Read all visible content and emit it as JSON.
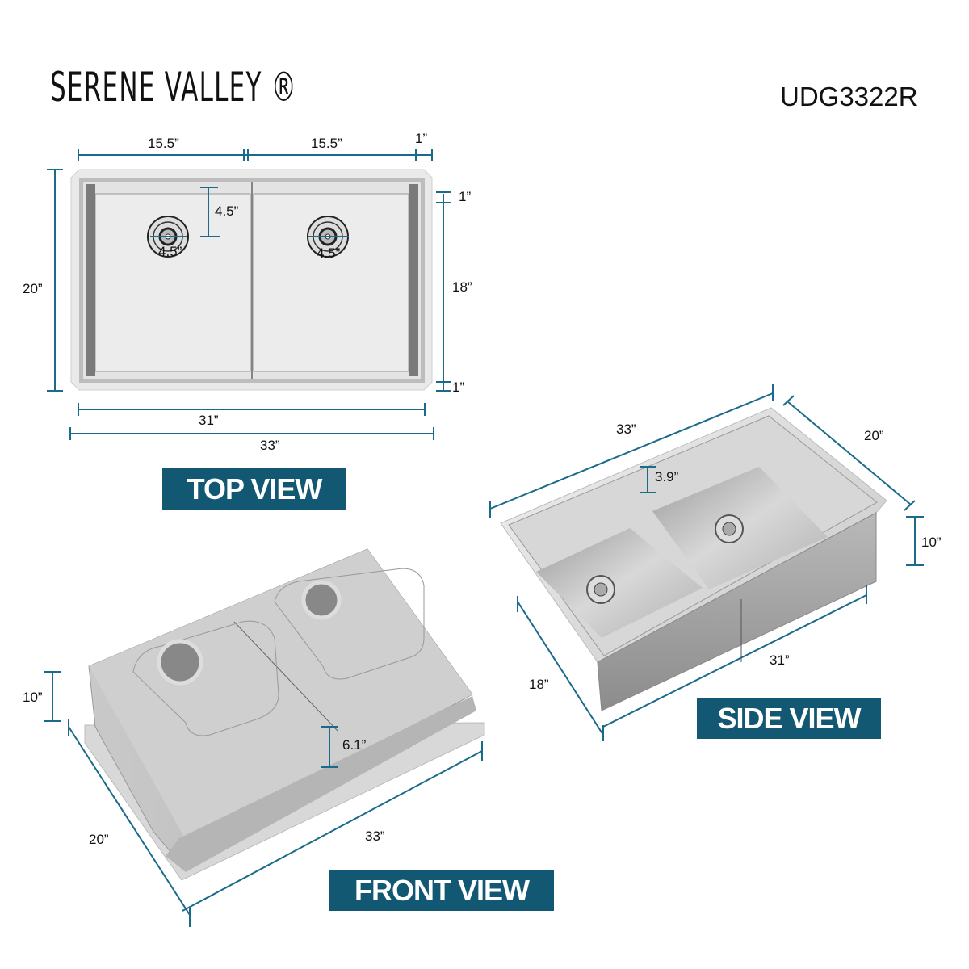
{
  "header": {
    "brand": "SERENE VALLEY ®",
    "model": "UDG3322R"
  },
  "colors": {
    "accent": "#135873",
    "dimension_line": "#1a6a8a",
    "steel_light": "#e6e6e6",
    "steel_mid": "#c4c4c4",
    "steel_dark": "#8e8e8e"
  },
  "top_view": {
    "label": "TOP VIEW",
    "dims": {
      "bowl_left_width": "15.5”",
      "bowl_right_width": "15.5”",
      "rim_right": "1”",
      "overall_depth": "20”",
      "rim_top": "1”",
      "bowl_depth": "18”",
      "rim_bottom": "1”",
      "drain_offset": "4.5”",
      "drain_left_diameter": "4.5”",
      "drain_right_diameter": "4.5”",
      "inner_width": "31”",
      "overall_width": "33”"
    }
  },
  "side_view": {
    "label": "SIDE VIEW",
    "dims": {
      "overall_width": "33”",
      "overall_depth": "20”",
      "divider_depth": "3.9”",
      "height": "10”",
      "bowl_depth": "18”",
      "inner_width": "31”"
    }
  },
  "front_view": {
    "label": "FRONT VIEW",
    "dims": {
      "height": "10”",
      "divider_height": "6.1”",
      "overall_depth": "20”",
      "overall_width": "33”"
    }
  }
}
